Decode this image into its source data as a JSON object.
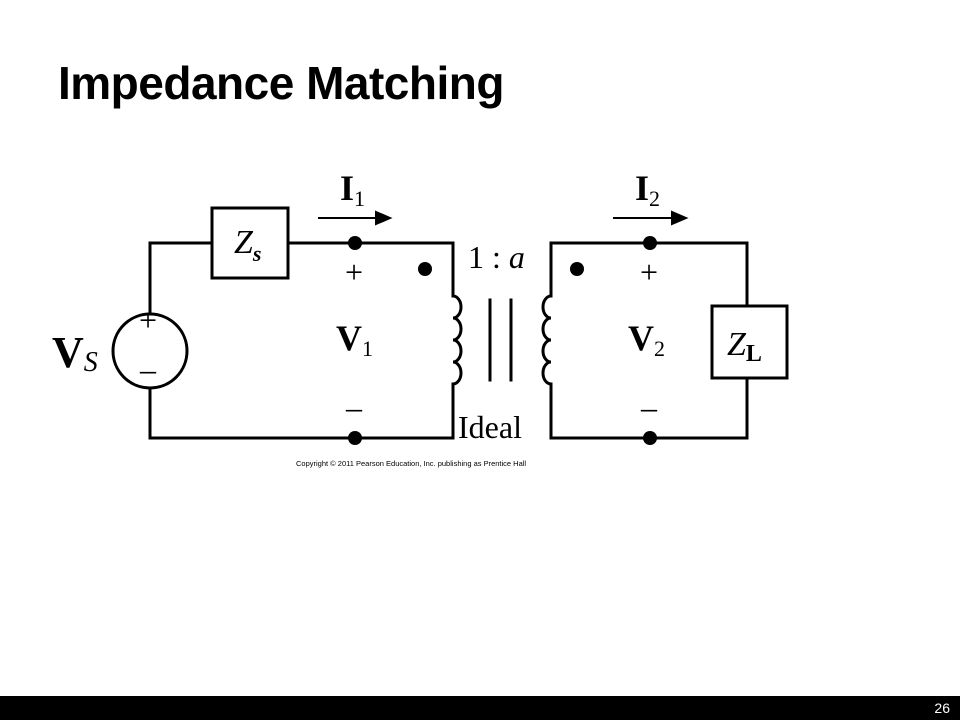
{
  "slide": {
    "title": "Impedance Matching",
    "page_number": "26"
  },
  "diagram": {
    "source_label_main": "V",
    "source_label_sub": "S",
    "source_plus": "+",
    "source_minus": "–",
    "zs_main": "Z",
    "zs_sub": "s",
    "zl_main": "Z",
    "zl_sub": "L",
    "i1_main": "I",
    "i1_sub": "1",
    "i2_main": "I",
    "i2_sub": "2",
    "v1_main": "V",
    "v1_sub": "1",
    "v2_main": "V",
    "v2_sub": "2",
    "v1_plus": "+",
    "v1_minus": "–",
    "v2_plus": "+",
    "v2_minus": "–",
    "turns_ratio_prefix": "1 : ",
    "turns_ratio_var": "a",
    "transformer_label": "Ideal",
    "copyright": "Copyright © 2011 Pearson Education, Inc. publishing as Prentice Hall"
  },
  "colors": {
    "background": "#ffffff",
    "ink": "#000000",
    "footer": "#000000",
    "footer_text": "#ffffff"
  }
}
